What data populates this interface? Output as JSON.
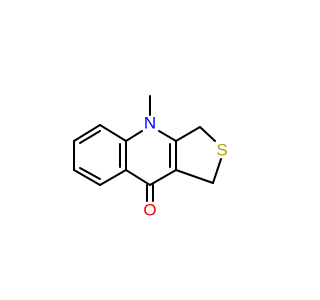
{
  "molecule": {
    "atoms": {
      "nitrogen": {
        "symbol": "N",
        "color": "#0000ff"
      },
      "sulfur": {
        "symbol": "S",
        "color": "#b2a000"
      },
      "oxygen": {
        "symbol": "O",
        "color": "#ff0000"
      }
    },
    "bond_color": "#000000",
    "background": "#ffffff"
  }
}
